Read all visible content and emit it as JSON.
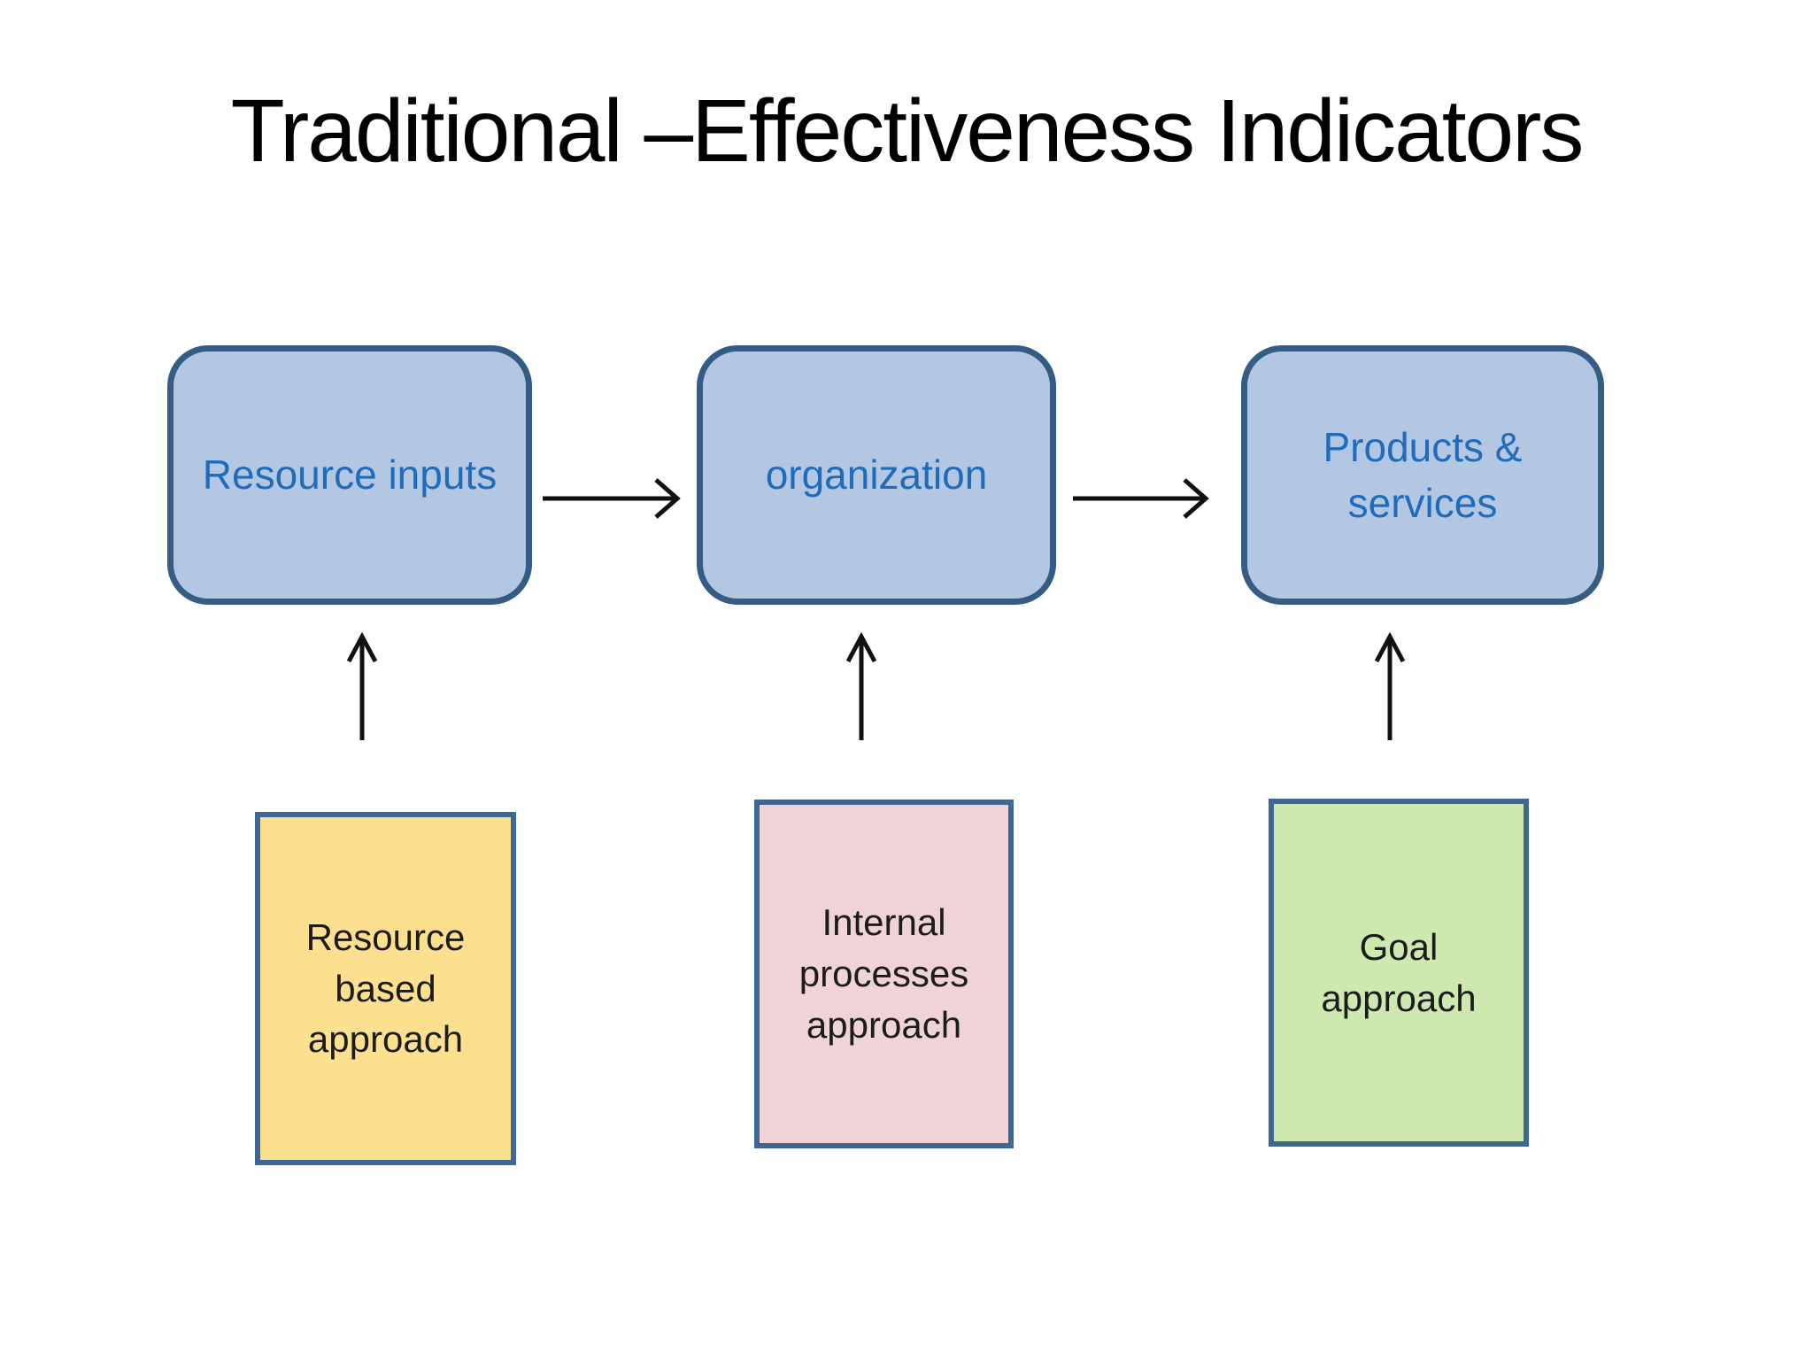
{
  "title": "Traditional –Effectiveness Indicators",
  "flow": {
    "resource_inputs": "Resource inputs",
    "organization": "organization",
    "products_services": "Products &\nservices"
  },
  "approaches": {
    "resource_based": "Resource\nbased\napproach",
    "internal_processes": "Internal\nprocesses\napproach",
    "goal": "Goal\napproach"
  },
  "colors": {
    "background": "#ffffff",
    "title_text": "#000000",
    "flow_fill": "#b3c7e3",
    "flow_border": "#355c85",
    "flow_text": "#1f6cbd",
    "approach_border": "#3f6795",
    "approach_text": "#1c1c1c",
    "resource_based_fill": "#fce08f",
    "internal_processes_fill": "#f0d3d6",
    "goal_fill": "#cde9af",
    "arrow": "#111111"
  }
}
